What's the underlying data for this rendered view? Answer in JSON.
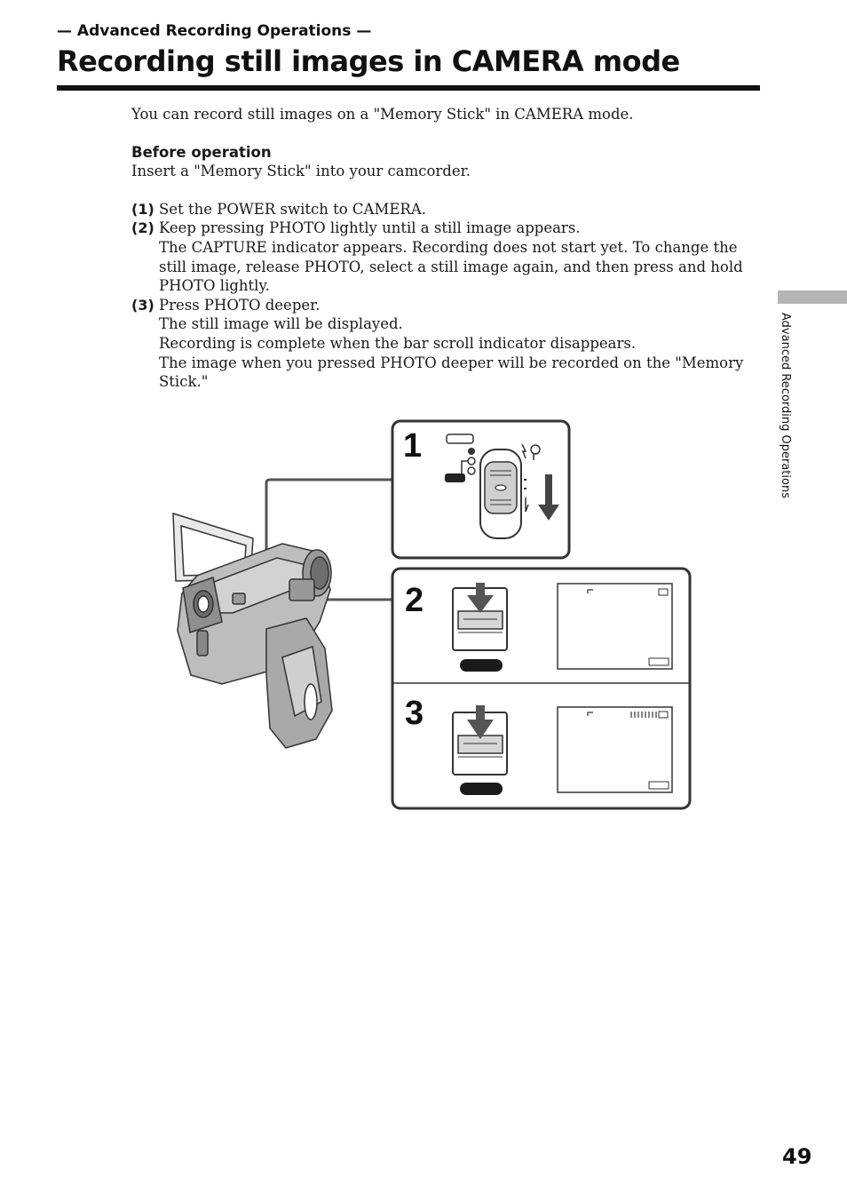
{
  "header": {
    "section": "— Advanced Recording Operations —",
    "title": "Recording still images in CAMERA mode"
  },
  "intro": "You can record still images on a \"Memory Stick\" in CAMERA mode.",
  "before_operation": {
    "heading": "Before operation",
    "text": "Insert a \"Memory Stick\" into your camcorder."
  },
  "steps": [
    {
      "num": "(1)",
      "lines": [
        "Set the POWER switch to CAMERA."
      ]
    },
    {
      "num": "(2)",
      "lines": [
        "Keep pressing PHOTO lightly until a still image appears.",
        "The CAPTURE indicator appears. Recording does not start yet. To change the still image, release PHOTO, select a still image again, and then press and hold PHOTO lightly."
      ]
    },
    {
      "num": "(3)",
      "lines": [
        "Press PHOTO deeper.",
        "The still image will be displayed.",
        "Recording is complete when the bar scroll indicator disappears.",
        "The image when you pressed PHOTO deeper will be recorded on the \"Memory Stick.\""
      ]
    }
  ],
  "figure": {
    "panel_numbers": [
      "1",
      "2",
      "3"
    ]
  },
  "side_tab": "Advanced Recording Operations",
  "page_number": "49"
}
